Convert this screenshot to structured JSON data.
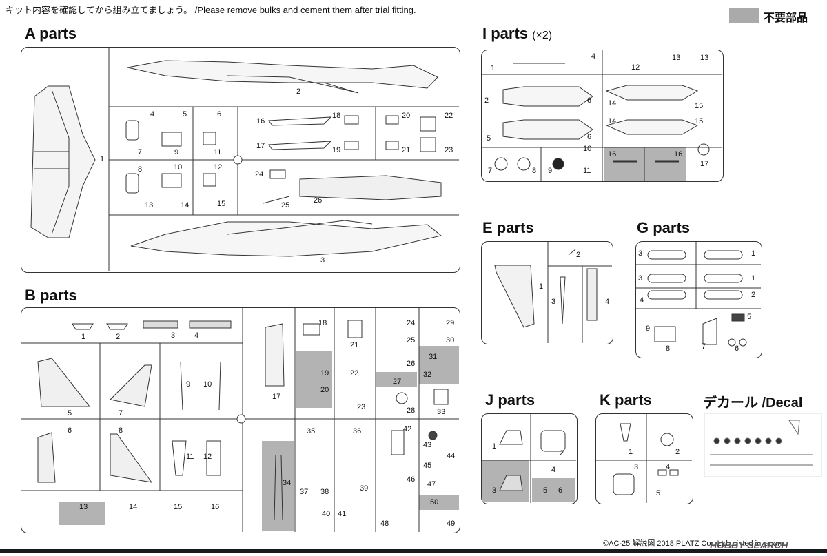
{
  "header": {
    "note": "キット内容を確認してから組み立てましょう。 /Please remove bulks and cement them after trial fitting.",
    "legend_label": "不要部品"
  },
  "sections": {
    "A": {
      "title": "A parts"
    },
    "B": {
      "title": "B parts"
    },
    "I": {
      "title": "I parts",
      "qty": "(×2)"
    },
    "E": {
      "title": "E parts"
    },
    "G": {
      "title": "G parts"
    },
    "J": {
      "title": "J parts"
    },
    "K": {
      "title": "K parts"
    },
    "decal": {
      "title": "デカール /Decal"
    }
  },
  "labels": {
    "A": [
      "1",
      "2",
      "3",
      "4",
      "5",
      "6",
      "7",
      "8",
      "9",
      "10",
      "11",
      "12",
      "13",
      "14",
      "15",
      "16",
      "17",
      "18",
      "19",
      "20",
      "21",
      "22",
      "23",
      "24",
      "25",
      "26"
    ],
    "B": [
      "1",
      "2",
      "3",
      "4",
      "5",
      "6",
      "7",
      "8",
      "9",
      "10",
      "11",
      "12",
      "13",
      "14",
      "15",
      "16",
      "17",
      "18",
      "19",
      "20",
      "21",
      "22",
      "23",
      "24",
      "25",
      "26",
      "27",
      "28",
      "29",
      "30",
      "31",
      "32",
      "33",
      "34",
      "35",
      "36",
      "37",
      "38",
      "39",
      "40",
      "41",
      "42",
      "43",
      "44",
      "45",
      "46",
      "47",
      "48",
      "49",
      "50"
    ],
    "I": [
      "1",
      "2",
      "4",
      "5",
      "6",
      "6",
      "7",
      "8",
      "9",
      "10",
      "11",
      "12",
      "13",
      "13",
      "14",
      "14",
      "15",
      "15",
      "16",
      "16",
      "17"
    ],
    "E": [
      "1",
      "2",
      "3",
      "4"
    ],
    "G": [
      "1",
      "1",
      "2",
      "3",
      "3",
      "4",
      "5",
      "6",
      "7",
      "8",
      "9"
    ],
    "J": [
      "1",
      "2",
      "3",
      "4",
      "5",
      "6"
    ],
    "K": [
      "1",
      "2",
      "3",
      "4",
      "5"
    ]
  },
  "footer": {
    "copyright": "©AC-25 解説図 2018 PLATZ Co., Ltd printed in japan",
    "watermark": "HOBBY SEARCH"
  }
}
